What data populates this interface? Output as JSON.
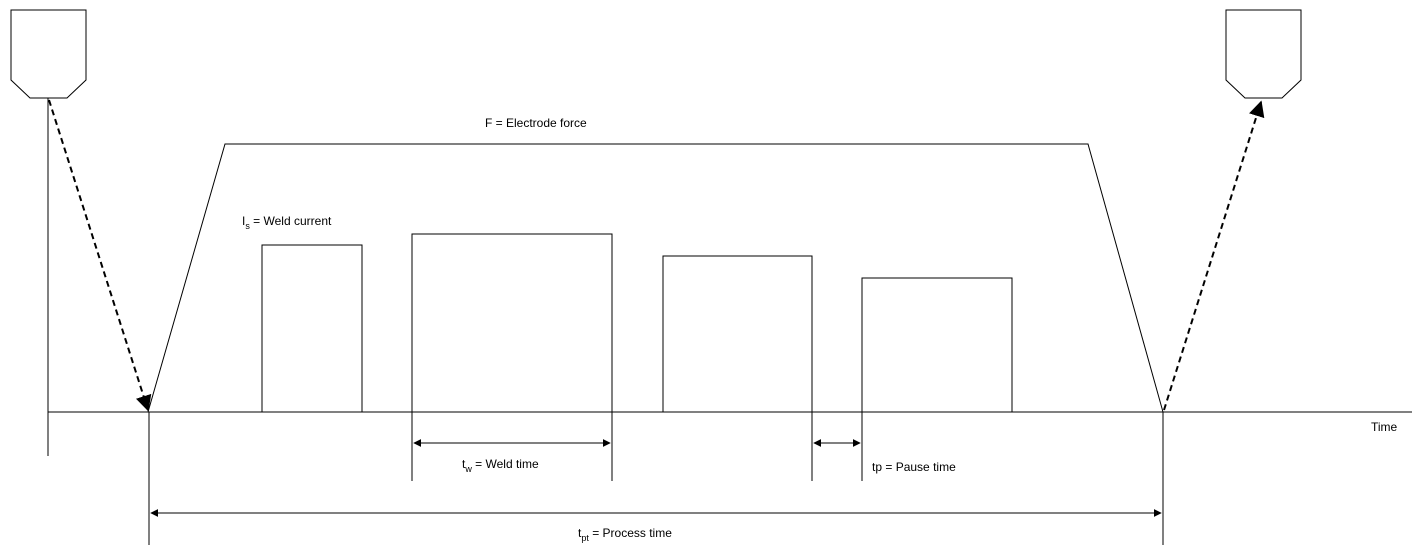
{
  "labels": {
    "force_label": "F = Electrode force",
    "weld_current": {
      "main": "I",
      "sub": "s",
      "rest": " = Weld current"
    },
    "weld_time": {
      "main": "t",
      "sub": "w",
      "rest": " = Weld time"
    },
    "pause_time": {
      "main": "t",
      "sub": "p",
      "rest": " = Pause time"
    },
    "process_time": {
      "main": "t",
      "sub": "pt",
      "rest": " = Process time"
    },
    "time_axis": "Time"
  },
  "pulses": [
    {
      "name": "pulse-1"
    },
    {
      "name": "pulse-2"
    },
    {
      "name": "pulse-3"
    },
    {
      "name": "pulse-4"
    }
  ]
}
